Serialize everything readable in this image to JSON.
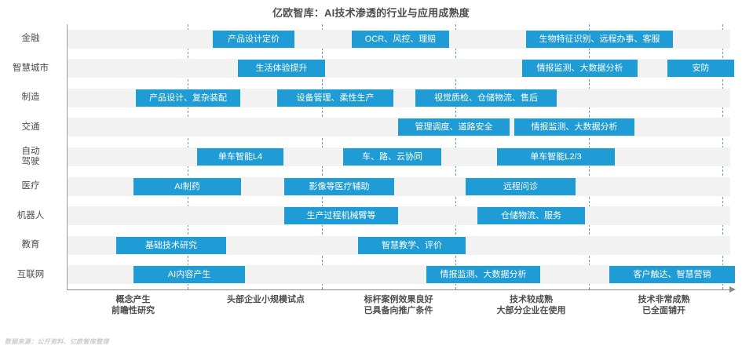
{
  "title": "亿欧智库：AI技术渗透的行业与应用成熟度",
  "footer": "数据来源：公开资料、亿欧智库整理",
  "colors": {
    "bar": "#1f9bd6",
    "band": "#f2f2f2",
    "gridline": "#3f8fd1",
    "axis": "#8a8a8a",
    "text": "#4d4d4d"
  },
  "chart_data": {
    "type": "bar",
    "title": "亿欧智库：AI技术渗透的行业与应用成熟度",
    "xlabel": "",
    "ylabel": "",
    "grid": true,
    "legend": "none",
    "x_axis_categories": [
      {
        "line1": "概念产生",
        "line2": "前瞻性研究"
      },
      {
        "line1": "头部企业小规模试点",
        "line2": ""
      },
      {
        "line1": "标杆案例效果良好",
        "line2": "已具备向推广条件"
      },
      {
        "line1": "技术较成熟",
        "line2": "大部分企业在使用"
      },
      {
        "line1": "技术非常成熟",
        "line2": "已全面铺开"
      }
    ],
    "categories": [
      "金融",
      "智慧城市",
      "制造",
      "交通",
      "自动驾驶",
      "医疗",
      "机器人",
      "教育",
      "互联网"
    ],
    "rows": [
      {
        "label_lines": [
          "金融"
        ],
        "items": [
          {
            "text": "产品设计定价",
            "start": 186,
            "width": 104
          },
          {
            "text": "OCR、风控、理赔",
            "start": 363,
            "width": 124
          },
          {
            "text": "生物特征识别、远程办事、客服",
            "start": 585,
            "width": 187
          }
        ]
      },
      {
        "label_lines": [
          "智慧城市"
        ],
        "items": [
          {
            "text": "生活体验提升",
            "start": 218,
            "width": 111
          },
          {
            "text": "情报监测、大数据分析",
            "start": 580,
            "width": 147
          },
          {
            "text": "安防",
            "start": 765,
            "width": 85
          }
        ]
      },
      {
        "label_lines": [
          "制造"
        ],
        "items": [
          {
            "text": "产品设计、复杂装配",
            "start": 88,
            "width": 133
          },
          {
            "text": "设备管理、柔性生产",
            "start": 268,
            "width": 148
          },
          {
            "text": "视觉质检、仓储物流、售后",
            "start": 444,
            "width": 180
          }
        ]
      },
      {
        "label_lines": [
          "交通"
        ],
        "items": [
          {
            "text": "管理调度、道路安全",
            "start": 422,
            "width": 142
          },
          {
            "text": "情报监测、大数据分析",
            "start": 570,
            "width": 153
          }
        ]
      },
      {
        "label_lines": [
          "自动",
          "驾驶"
        ],
        "items": [
          {
            "text": "单车智能L4",
            "start": 166,
            "width": 110
          },
          {
            "text": "车、路、云协同",
            "start": 352,
            "width": 125
          },
          {
            "text": "单车智能L2/3",
            "start": 548,
            "width": 150
          }
        ]
      },
      {
        "label_lines": [
          "医疗"
        ],
        "items": [
          {
            "text": "AI制药",
            "start": 85,
            "width": 137
          },
          {
            "text": "影像等医疗辅助",
            "start": 277,
            "width": 140
          },
          {
            "text": "远程问诊",
            "start": 508,
            "width": 140
          }
        ]
      },
      {
        "label_lines": [
          "机器人"
        ],
        "items": [
          {
            "text": "生产过程机械臂等",
            "start": 277,
            "width": 145
          },
          {
            "text": "仓储物流、服务",
            "start": 523,
            "width": 137
          }
        ]
      },
      {
        "label_lines": [
          "教育"
        ],
        "items": [
          {
            "text": "基础技术研究",
            "start": 63,
            "width": 140
          },
          {
            "text": "智慧教学、评价",
            "start": 371,
            "width": 137
          }
        ]
      },
      {
        "label_lines": [
          "互联网"
        ],
        "items": [
          {
            "text": "AI内容产生",
            "start": 85,
            "width": 142
          },
          {
            "text": "情报监测、大数据分析",
            "start": 458,
            "width": 145
          },
          {
            "text": "客户触达、智慧营销",
            "start": 691,
            "width": 160
          }
        ]
      }
    ],
    "gridlines_x": [
      154,
      325,
      495,
      665,
      835
    ]
  }
}
